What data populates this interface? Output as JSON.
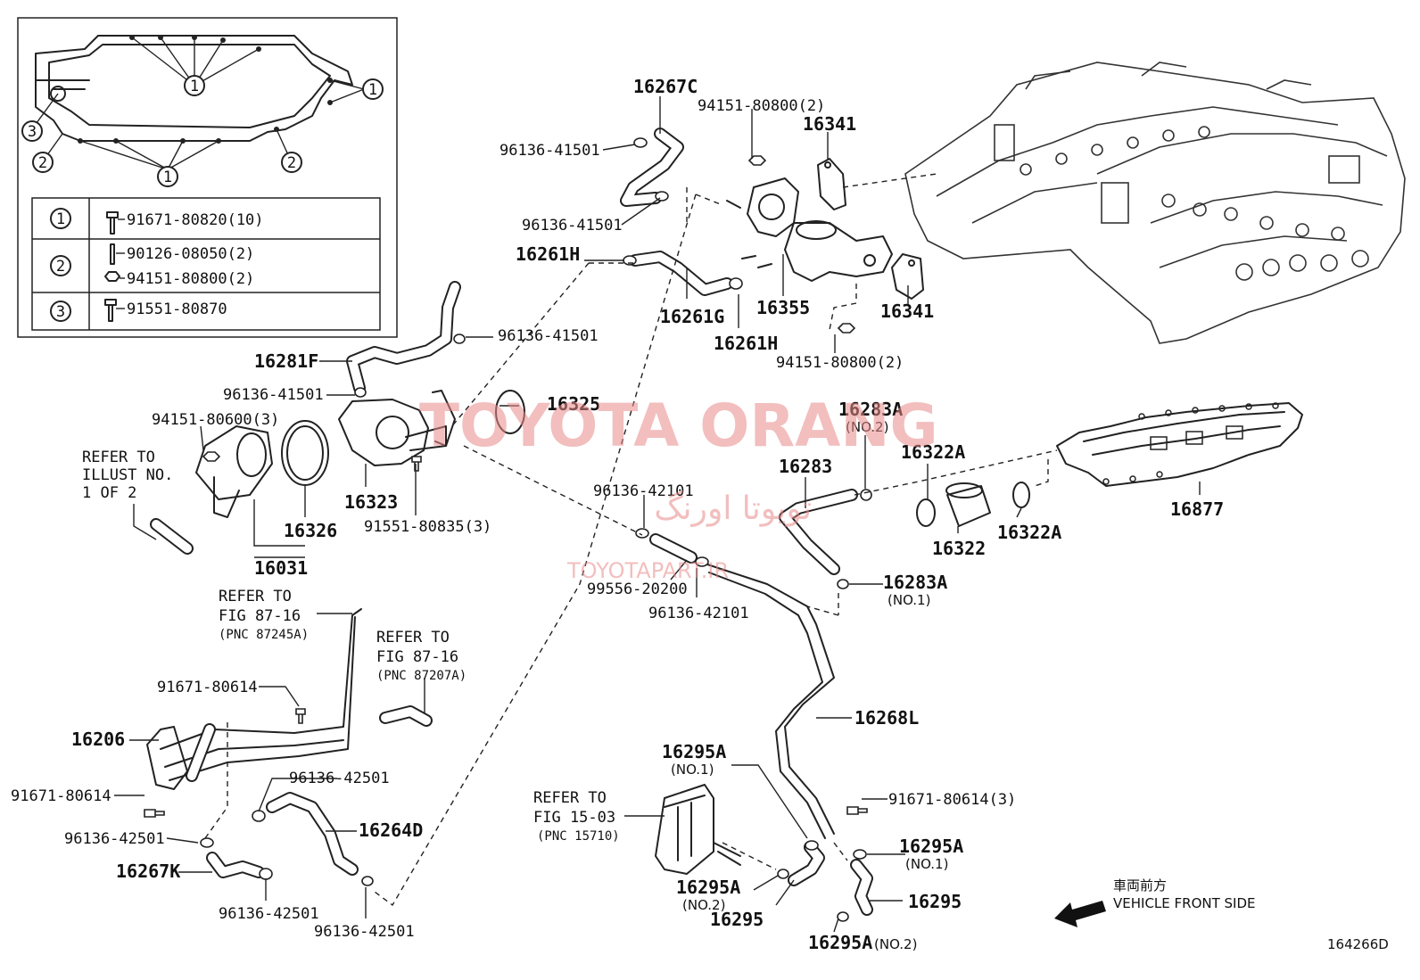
{
  "legend": {
    "rows": [
      {
        "marker": "1",
        "parts": [
          "91671-80820(10)"
        ]
      },
      {
        "marker": "2",
        "parts": [
          "90126-08050(2)",
          "94151-80800(2)"
        ]
      },
      {
        "marker": "3",
        "parts": [
          "91551-80870"
        ]
      }
    ],
    "inset_markers": [
      "1",
      "1",
      "1",
      "2",
      "2",
      "3"
    ]
  },
  "labels": {
    "p16267C": "16267C",
    "p94151_80800_2_top": "94151-80800(2)",
    "p16341_top": "16341",
    "p96136_41501_a": "96136-41501",
    "p96136_41501_b": "96136-41501",
    "p16261H_a": "16261H",
    "p16261G": "16261G",
    "p16355": "16355",
    "p16261H_b": "16261H",
    "p16341_b": "16341",
    "p94151_80800_2_b": "94151-80800(2)",
    "p96136_41501_c": "96136-41501",
    "p16281F": "16281F",
    "p96136_41501_d": "96136-41501",
    "p16325": "16325",
    "p94151_80600": "94151-80600(3)",
    "refer1_a": "REFER TO",
    "refer1_b": "ILLUST NO.",
    "refer1_c": "1 OF 2",
    "p16323": "16323",
    "p91551_80835": "91551-80835(3)",
    "p16326": "16326",
    "p16031": "16031",
    "p16283A_top": "16283A",
    "p16283A_top_sub": "(NO.2)",
    "p16283": "16283",
    "p16322A_a": "16322A",
    "p16322": "16322",
    "p16322A_b": "16322A",
    "p16877": "16877",
    "p96136_42101_a": "96136-42101",
    "p99556": "99556-20200",
    "p96136_42101_b": "96136-42101",
    "p16283A_b": "16283A",
    "p16283A_b_sub": "(NO.1)",
    "refer2_a": "REFER TO",
    "refer2_b": "FIG 87-16",
    "refer2_c": "(PNC 87245A)",
    "refer3_a": "REFER TO",
    "refer3_b": "FIG 87-16",
    "refer3_c": "(PNC 87207A)",
    "p91671_80614_a": "91671-80614",
    "p16206": "16206",
    "p91671_80614_b": "91671-80614",
    "p96136_42501_a": "96136-42501",
    "p96136_42501_b": "96136-42501",
    "p16264D": "16264D",
    "p16267K": "16267K",
    "p96136_42501_c": "96136-42501",
    "p96136_42501_d": "96136-42501",
    "p16268L": "16268L",
    "p16295A_top": "16295A",
    "p16295A_top_sub": "(NO.1)",
    "refer4_a": "REFER TO",
    "refer4_b": "FIG 15-03",
    "refer4_c": "(PNC 15710)",
    "p91671_80614_3": "91671-80614(3)",
    "p16295A_r": "16295A",
    "p16295A_r_sub": "(NO.1)",
    "p16295A_l": "16295A",
    "p16295A_l_sub": "(NO.2)",
    "p16295_l": "16295",
    "p16295_r": "16295",
    "p16295A_bot": "16295A",
    "p16295A_bot_sub": "(NO.2)",
    "front_jp": "車両前方",
    "front_en": "VEHICLE FRONT SIDE",
    "fig_code": "164266D"
  },
  "watermark": {
    "brand": "TOYOTA ORANG",
    "arabic": "تويوتا اورنگ",
    "url": "TOYOTAPART.IR"
  }
}
